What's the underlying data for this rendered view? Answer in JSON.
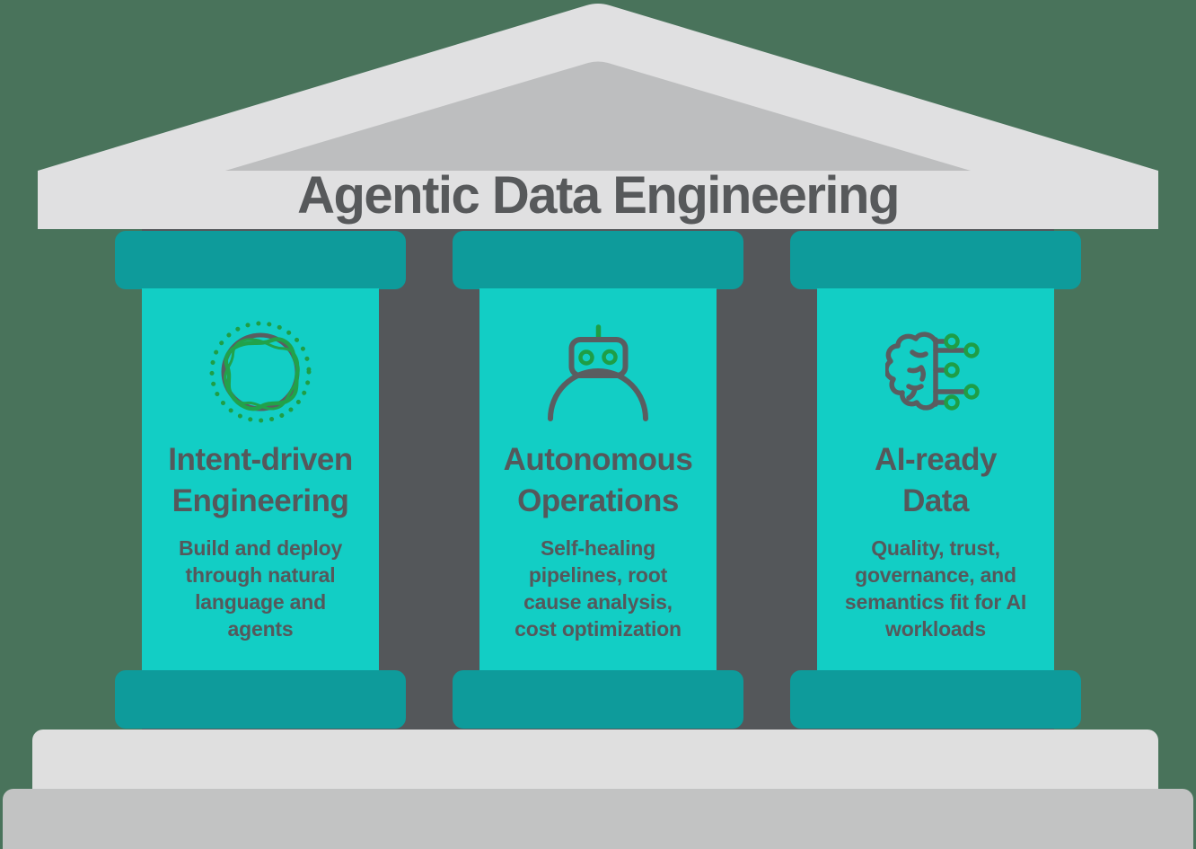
{
  "pediment": {
    "title": "Agentic Data Engineering"
  },
  "pillars": [
    {
      "name": "intent-driven-engineering",
      "icon": "scribble-globe-icon",
      "heading": "Intent-driven\nEngineering",
      "description": "Build and deploy\nthrough natural\nlanguage and\nagents"
    },
    {
      "name": "autonomous-operations",
      "icon": "robot-icon",
      "heading": "Autonomous\nOperations",
      "description": "Self-healing\npipelines, root\ncause analysis,\ncost optimization"
    },
    {
      "name": "ai-ready-data",
      "icon": "brain-circuit-icon",
      "heading": "AI-ready\nData",
      "description": "Quality, trust,\ngovernance, and\nsemantics fit for AI\nworkloads"
    }
  ],
  "colors": {
    "background_green": "#49735B",
    "roof_light_gray": "#E0E0E1",
    "roof_inner_gray": "#BDBEBF",
    "title_text": "#57595B",
    "wall_dark_gray": "#54575A",
    "capital_teal": "#0E9B9B",
    "pillar_teal": "#12CEC5",
    "step_upper_gray": "#DFDFDF",
    "step_lower_gray": "#C2C3C3",
    "icon_gray": "#5A5D60",
    "icon_green": "#1E9E46"
  }
}
